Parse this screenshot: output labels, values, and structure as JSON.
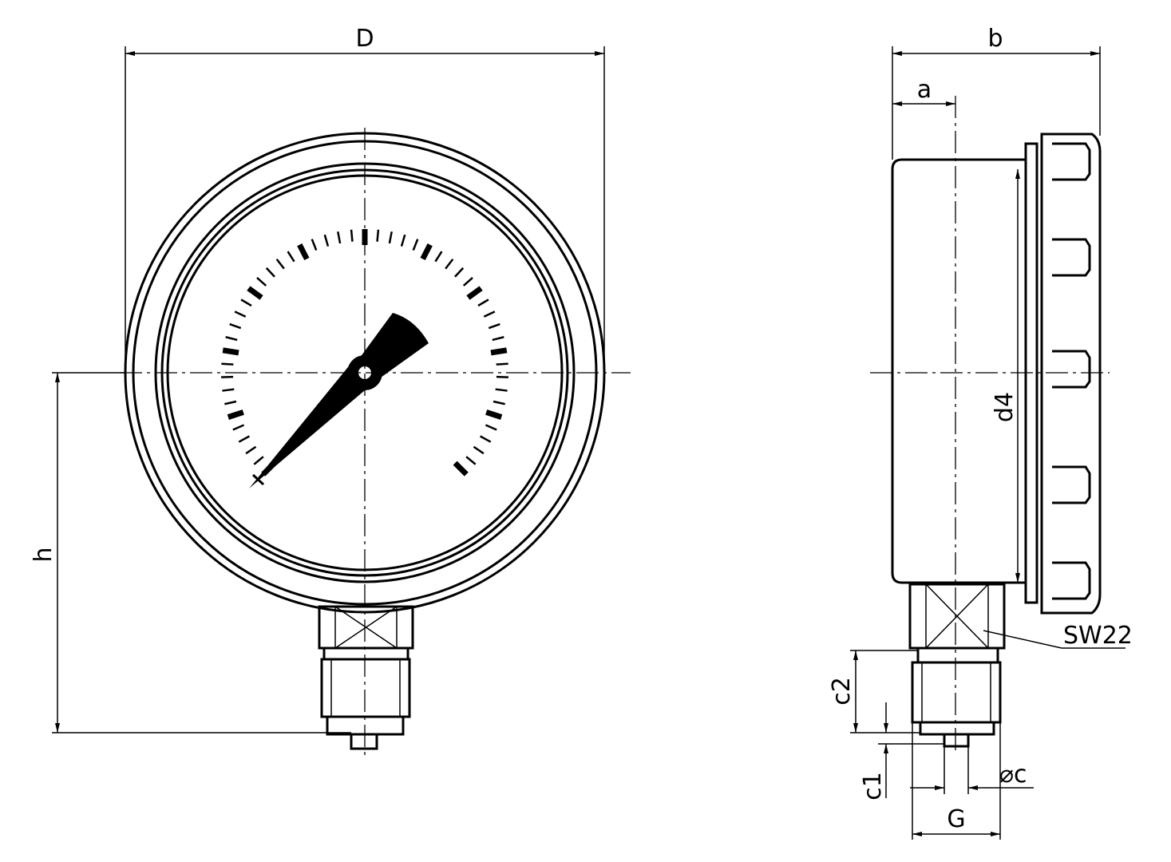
{
  "labels": {
    "D": "D",
    "b": "b",
    "a": "a",
    "d4": "d4",
    "h": "h",
    "sw": "SW22",
    "c2": "c2",
    "c1": "c1",
    "phi_c": "⌀c",
    "G": "G"
  },
  "dial": {
    "major_ticks": 11,
    "minor_per_major": 5,
    "sweep_degrees": 270
  }
}
